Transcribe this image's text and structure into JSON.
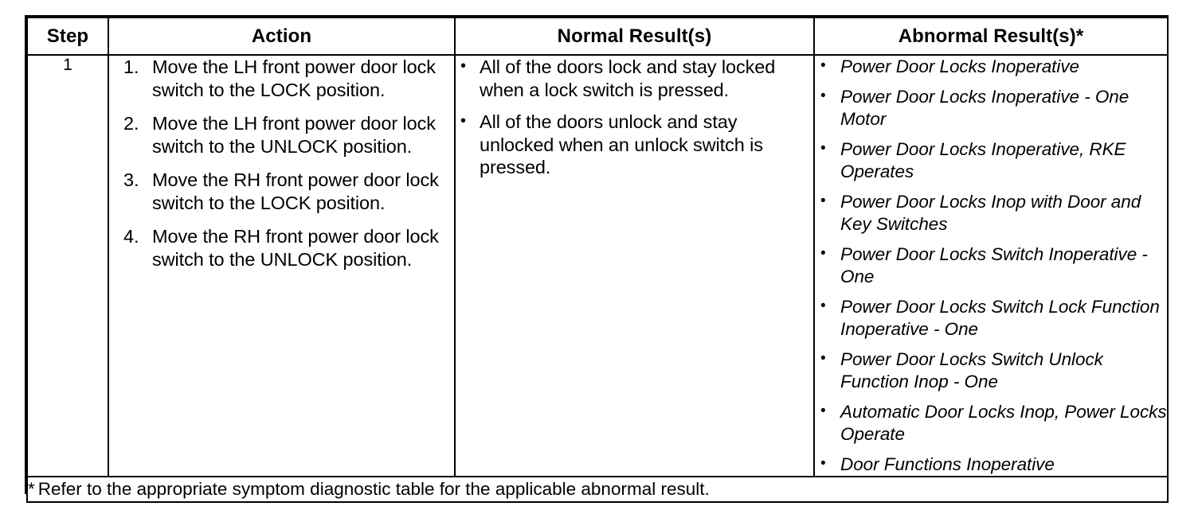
{
  "table": {
    "headers": {
      "step": "Step",
      "action": "Action",
      "normal": "Normal Result(s)",
      "abnormal": "Abnormal Result(s)*"
    },
    "rows": [
      {
        "step": "1",
        "action_steps": [
          "Move the LH front power door lock switch to the LOCK position.",
          "Move the LH front power door lock switch to the UNLOCK position.",
          "Move the RH front power door lock switch to the LOCK position.",
          "Move the RH front power door lock switch to the UNLOCK position."
        ],
        "normal_results": [
          "All of the doors lock and stay locked when a lock switch is pressed.",
          "All of the doors unlock and stay unlocked when an unlock switch is pressed."
        ],
        "abnormal_results": [
          "Power Door Locks Inoperative",
          "Power Door Locks Inoperative - One Motor",
          "Power Door Locks Inoperative, RKE Operates",
          "Power Door Locks Inop with Door and Key Switches",
          "Power Door Locks Switch Inoperative - One",
          "Power Door Locks Switch Lock Function Inoperative - One",
          "Power Door Locks Switch Unlock Function Inop - One",
          "Automatic Door Locks Inop, Power Locks Operate",
          "Door Functions Inoperative"
        ]
      }
    ],
    "footnote": {
      "marker": "*",
      "text": "Refer to the appropriate symptom diagnostic table for the applicable abnormal result."
    }
  },
  "colors": {
    "ink": "#000000",
    "paper": "#ffffff"
  }
}
